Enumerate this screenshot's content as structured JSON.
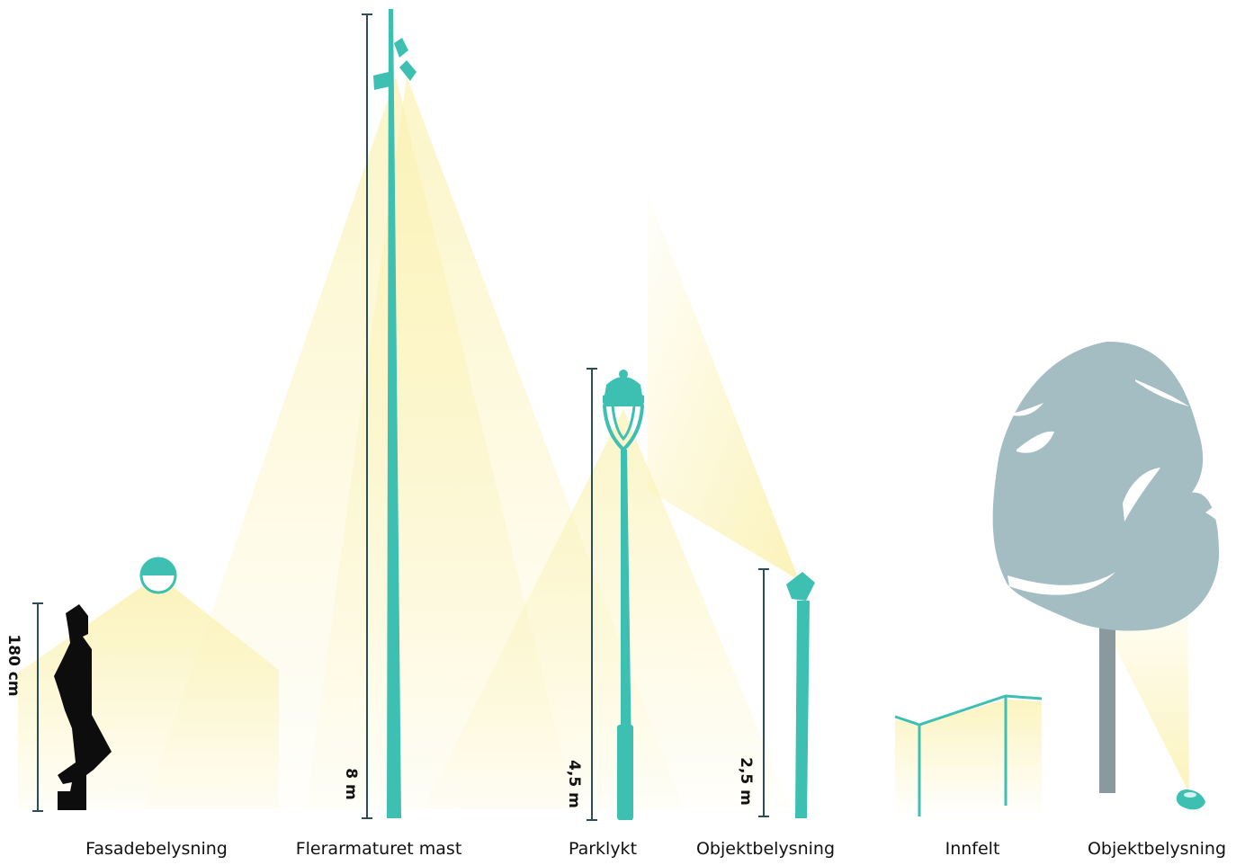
{
  "labels": {
    "fasade": "Fasadebelysning",
    "mast": "Flerarmaturet mast",
    "parklykt": "Parklykt",
    "objekt1": "Objektbelysning",
    "innfelt": "Innfelt",
    "objekt2": "Objektbelysning"
  },
  "dimensions": {
    "person": "180 cm",
    "mast": "8 m",
    "parklykt": "4,5 m",
    "objekt": "2,5 m"
  },
  "colors": {
    "fixture": "#3dbfb2",
    "light": "#fbf2b8",
    "person": "#0d0d0d",
    "dimension_line": "#2a4d57",
    "tree": "#a3bdc3",
    "trunk": "#8a999d"
  }
}
